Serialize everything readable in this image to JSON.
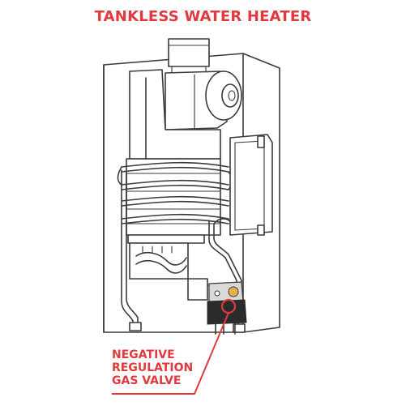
{
  "title": "TANKLESS WATER HEATER",
  "callout": {
    "lines": [
      "NEGATIVE",
      "REGULATION",
      "GAS VALVE"
    ]
  },
  "colors": {
    "accent": "#e03a3e",
    "outline": "#3a3a3a",
    "shade": "#d9d9d9"
  }
}
